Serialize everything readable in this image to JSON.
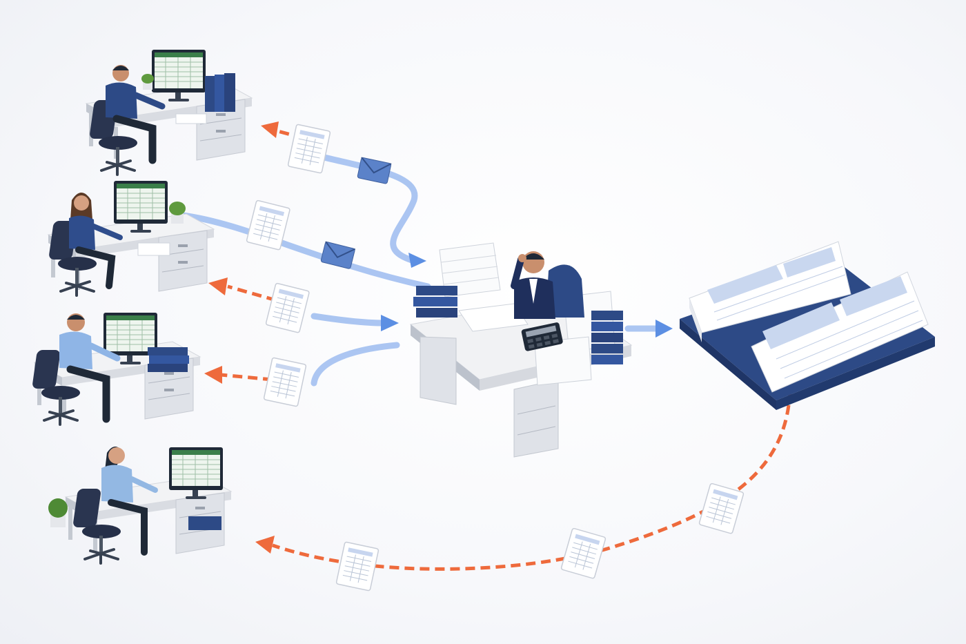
{
  "colors": {
    "background": "#f5f6f9",
    "flow_inbound": "#8fb2ec",
    "flow_inbound_head": "#5c8fe3",
    "flow_outbound": "#ee6a3c",
    "navy": "#2d4a86",
    "desk_top": "#f1f2f4",
    "desk_side": "#c9cdd6",
    "monitor_screen": "#e9f3ea",
    "plant": "#5f9a3e"
  },
  "workstations": [
    {
      "role": "clerk",
      "hair": "short",
      "shirt": "#2d4a86",
      "extras": [
        "plant",
        "binders"
      ]
    },
    {
      "role": "clerk",
      "hair": "long",
      "shirt": "#2f4d8c",
      "extras": [
        "plant",
        "papers"
      ]
    },
    {
      "role": "clerk",
      "hair": "short",
      "shirt": "#8fb5e6",
      "extras": [
        "binders"
      ]
    },
    {
      "role": "clerk",
      "hair": "ponytail",
      "shirt": "#93b8e3",
      "extras": [
        "plant",
        "binder"
      ]
    }
  ],
  "central_desk": {
    "role": "overwhelmed-accountant",
    "items": [
      "paper-stacks",
      "binders",
      "calculator"
    ]
  },
  "ledger": {
    "icon": "open-ledger-book-icon"
  },
  "flows": {
    "inbound": [
      {
        "from": 0,
        "to": "central",
        "payload": [
          "spreadsheet-icon",
          "envelope-icon"
        ]
      },
      {
        "from": 1,
        "to": "central",
        "payload": [
          "spreadsheet-icon",
          "envelope-icon"
        ]
      },
      {
        "from": 2,
        "to": "central",
        "payload": [
          "spreadsheet-icon"
        ]
      },
      {
        "from": "central",
        "to": "ledger",
        "payload": []
      }
    ],
    "outbound": [
      {
        "from": "central",
        "to": 0,
        "payload": [
          "spreadsheet-icon"
        ]
      },
      {
        "from": "central",
        "to": 1,
        "payload": [
          "spreadsheet-icon"
        ]
      },
      {
        "from": "central",
        "to": 2,
        "payload": [
          "spreadsheet-icon"
        ]
      },
      {
        "from": "ledger",
        "to": 3,
        "payload": [
          "spreadsheet-icon",
          "spreadsheet-icon",
          "spreadsheet-icon"
        ]
      }
    ]
  }
}
